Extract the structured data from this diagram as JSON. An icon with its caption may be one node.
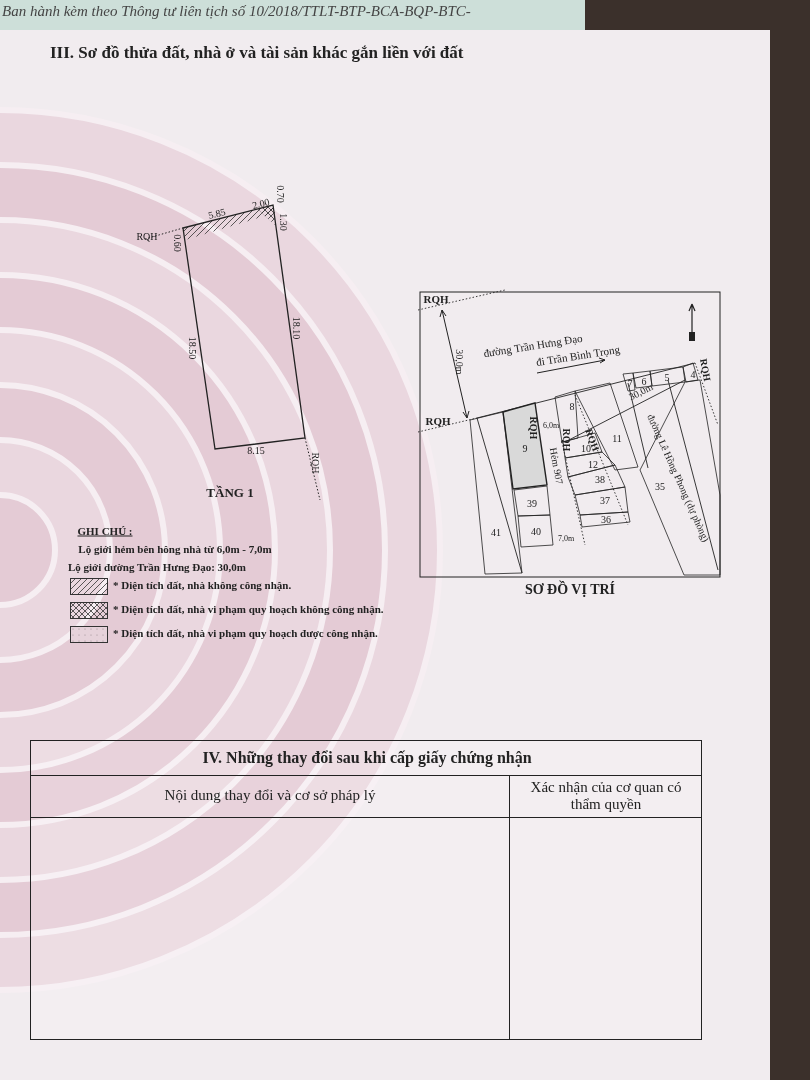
{
  "diagram": {
    "title": "III. Sơ đồ thửa đất, nhà ở và tài sản khác gắn liền với đất",
    "nodes": [
      {
        "text": [
          "TẦNG 1"
        ]
      },
      {
        "text": [
          "SƠ ĐỒ VỊ TRÍ"
        ]
      },
      {
        "text": [
          "7"
        ],
        "in": 1
      },
      {
        "text": [
          "6"
        ],
        "in": 1
      },
      {
        "text": [
          "5"
        ],
        "in": 1
      },
      {
        "text": [
          "4"
        ],
        "in": 1
      },
      {
        "text": [
          "8"
        ],
        "in": 1
      },
      {
        "text": [
          "9"
        ],
        "in": 1
      },
      {
        "text": [
          "10"
        ],
        "in": 1
      },
      {
        "text": [
          "11"
        ],
        "in": 1
      },
      {
        "text": [
          "12"
        ],
        "in": 1
      },
      {
        "text": [
          "38"
        ],
        "in": 1
      },
      {
        "text": [
          "35"
        ],
        "in": 1
      },
      {
        "text": [
          "39"
        ],
        "in": 1
      },
      {
        "text": [
          "37"
        ],
        "in": 1
      },
      {
        "text": [
          "36"
        ],
        "in": 1
      },
      {
        "text": [
          "41"
        ],
        "in": 1
      },
      {
        "text": [
          "40"
        ],
        "in": 1
      }
    ],
    "labels": [
      "Ban hành kèm theo Thông tư liên tịch số 10/2018/TTLT-BTP-BCA-BQP-BTC-",
      "5.85",
      "2.00",
      "0.70",
      "1.30",
      "RQH",
      "0.60",
      "18.10",
      "18.50",
      "8.15",
      "RQH",
      "RQH",
      "30,0m",
      "đường Trần Hưng Đạo",
      "đi Trần Bình Trọng",
      "RQH",
      "30,0m",
      "RQH",
      "RQH",
      "6,0m",
      "RQH",
      "RQH",
      "Hẻm 907",
      "đường Lê Hồng Phong (dự phòng)",
      "7,0m",
      "GHI CHÚ :",
      "Lộ giới hẻm bên hông nhà từ 6,0m - 7,0m",
      "Lộ giới đường Trần Hưng Đạo: 30,0m",
      "IV. Những thay đổi sau khi cấp giấy chứng nhận",
      "Nội dung thay đổi và cơ sở pháp lý",
      "Xác nhận của cơ quan có thẩm quyền"
    ],
    "legend": [
      {
        "text": "* Diện tích đất, nhà không công nhận."
      },
      {
        "text": "* Diện tích đất, nhà vi phạm quy hoạch không công nhận."
      },
      {
        "text": "* Diện tích đất, nhà vi phạm quy hoạch được công nhận."
      }
    ]
  }
}
